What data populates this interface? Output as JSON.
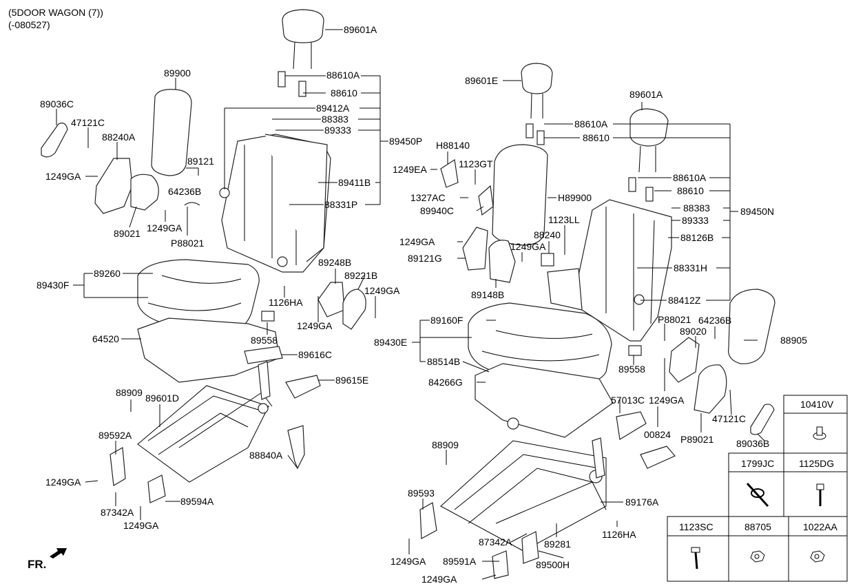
{
  "header": {
    "line1": "(5DOOR WAGON (7))",
    "line2": "(-080527)"
  },
  "direction_label": "FR.",
  "labels": {
    "l_89601A_top": "89601A",
    "l_88610A_1": "88610A",
    "l_88610_1": "88610",
    "l_89412A": "89412A",
    "l_88383_1": "88383",
    "l_89333_1": "89333",
    "l_89450P": "89450P",
    "l_89411B": "89411B",
    "l_88331P": "88331P",
    "l_89900": "89900",
    "l_89036C": "89036C",
    "l_47121C_1": "47121C",
    "l_88240A": "88240A",
    "l_1249GA_1": "1249GA",
    "l_89121": "89121",
    "l_64236B_1": "64236B",
    "l_89021": "89021",
    "l_1249GA_2": "1249GA",
    "l_P88021_1": "P88021",
    "l_89430F": "89430F",
    "l_89260": "89260",
    "l_89248B": "89248B",
    "l_89221B": "89221B",
    "l_1249GA_3": "1249GA",
    "l_1126HA_1": "1126HA",
    "l_1249GA_4": "1249GA",
    "l_64520": "64520",
    "l_89558_1": "89558",
    "l_89616C": "89616C",
    "l_89615E": "89615E",
    "l_88909_1": "88909",
    "l_89601D": "89601D",
    "l_89592A": "89592A",
    "l_88840A": "88840A",
    "l_1249GA_5": "1249GA",
    "l_87342A_1": "87342A",
    "l_89594A": "89594A",
    "l_1249GA_6": "1249GA",
    "l_89601E": "89601E",
    "l_H88140": "H88140",
    "l_1123GT": "1123GT",
    "l_1249EA": "1249EA",
    "l_1327AC": "1327AC",
    "l_89940C": "89940C",
    "l_89601A_2": "89601A",
    "l_88610A_2": "88610A",
    "l_88610_2": "88610",
    "l_88610A_3": "88610A",
    "l_88610_3": "88610",
    "l_88383_2": "88383",
    "l_89450N": "89450N",
    "l_89333_2": "89333",
    "l_88126B": "88126B",
    "l_H89900": "H89900",
    "l_1123LL": "1123LL",
    "l_88240": "88240",
    "l_1249GA_7": "1249GA",
    "l_1249GA_8": "1249GA",
    "l_89121G": "89121G",
    "l_89148B": "89148B",
    "l_88331H": "88331H",
    "l_88412Z": "88412Z",
    "l_89160F": "89160F",
    "l_89430E": "89430E",
    "l_88514B": "88514B",
    "l_84266G": "84266G",
    "l_89558_2": "89558",
    "l_P88021_2": "P88021",
    "l_64236B_2": "64236B",
    "l_89020": "89020",
    "l_88905": "88905",
    "l_57013C": "57013C",
    "l_1249GA_9": "1249GA",
    "l_47121C_2": "47121C",
    "l_00824": "00824",
    "l_P89021": "P89021",
    "l_89036B": "89036B",
    "l_88909_2": "88909",
    "l_89593": "89593",
    "l_89176A": "89176A",
    "l_87342A_2": "87342A",
    "l_89281": "89281",
    "l_1126HA_2": "1126HA",
    "l_1249GA_10": "1249GA",
    "l_89591A": "89591A",
    "l_89500H": "89500H",
    "l_1249GA_11": "1249GA"
  },
  "legend": {
    "c_10410V": "10410V",
    "c_1799JC": "1799JC",
    "c_1125DG": "1125DG",
    "c_1123SC": "1123SC",
    "c_88705": "88705",
    "c_1022AA": "1022AA"
  }
}
